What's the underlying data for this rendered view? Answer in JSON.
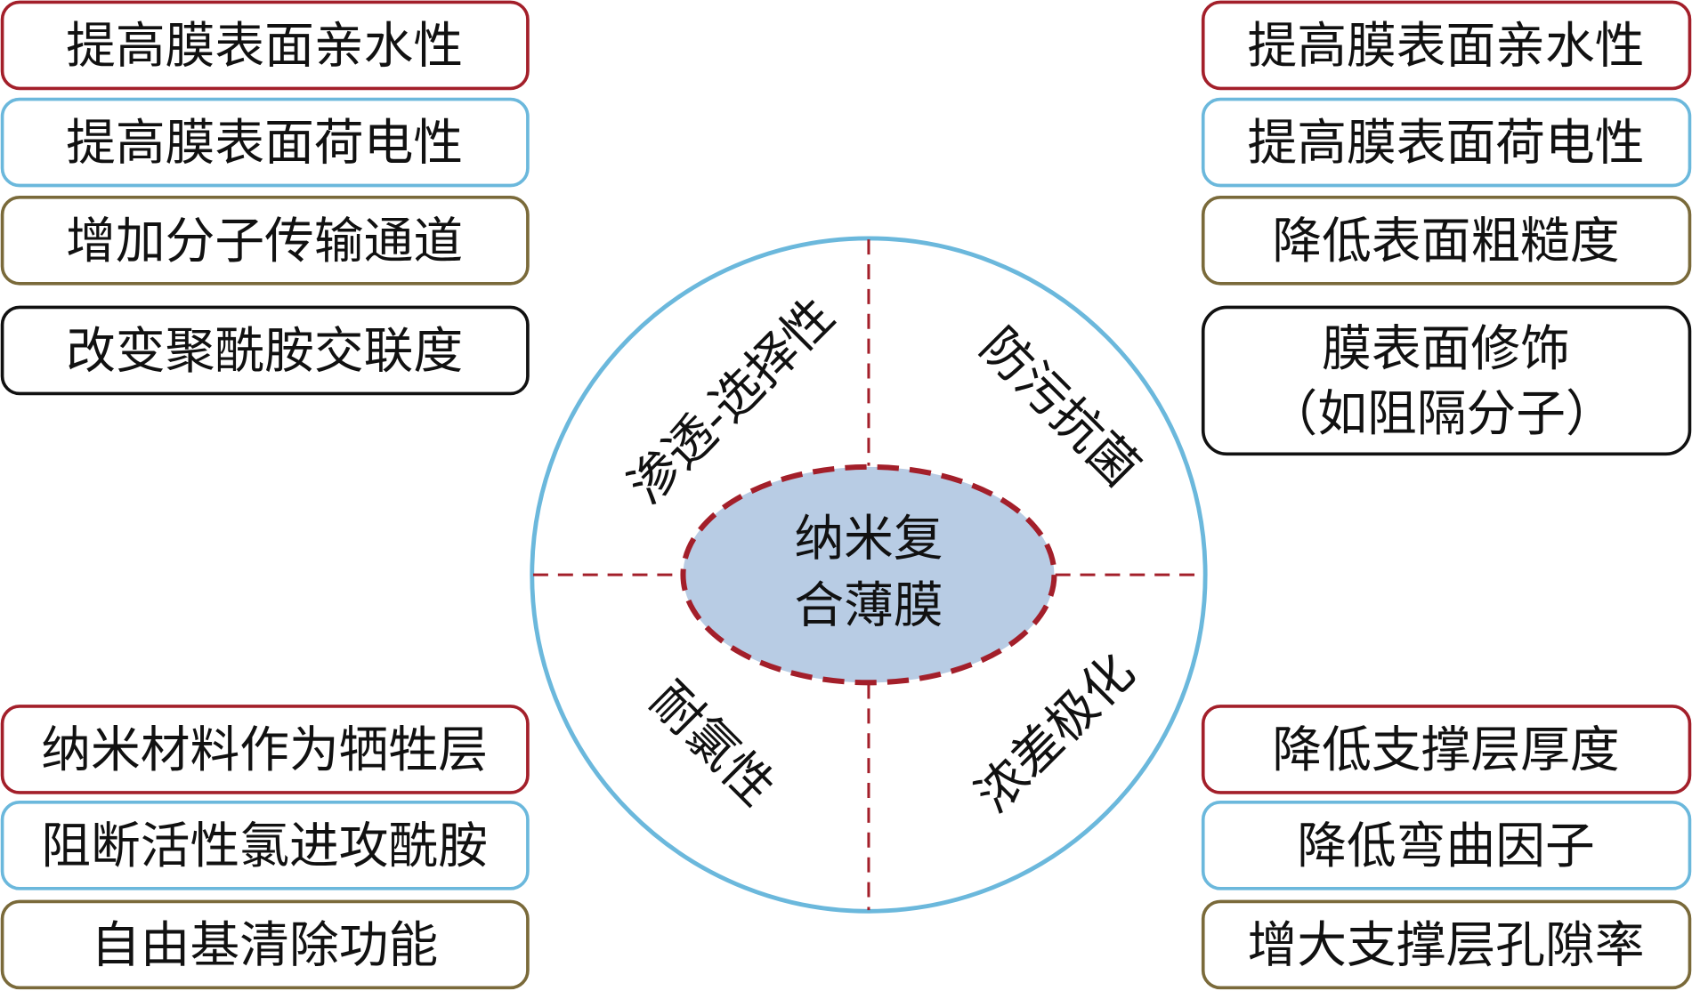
{
  "colors": {
    "red": "#a31f2a",
    "blue": "#6bb8dc",
    "olive": "#7a6a3a",
    "black": "#111111",
    "center_fill": "#b8cce4"
  },
  "center": {
    "line1": "纳米复",
    "line2": "合薄膜"
  },
  "quadrants": {
    "top_left": "渗透-选择性",
    "top_right": "防污抗菌",
    "bottom_left": "耐氯性",
    "bottom_right": "浓差极化"
  },
  "left_top": [
    "提高膜表面亲水性",
    "提高膜表面荷电性",
    "增加分子传输通道",
    "改变聚酰胺交联度"
  ],
  "right_top": [
    "提高膜表面亲水性",
    "提高膜表面荷电性",
    "降低表面粗糙度",
    "膜表面修饰",
    "（如阻隔分子）"
  ],
  "left_bottom": [
    "纳米材料作为牺牲层",
    "阻断活性氯进攻酰胺",
    "自由基清除功能"
  ],
  "right_bottom": [
    "降低支撑层厚度",
    "降低弯曲因子",
    "增大支撑层孔隙率"
  ]
}
